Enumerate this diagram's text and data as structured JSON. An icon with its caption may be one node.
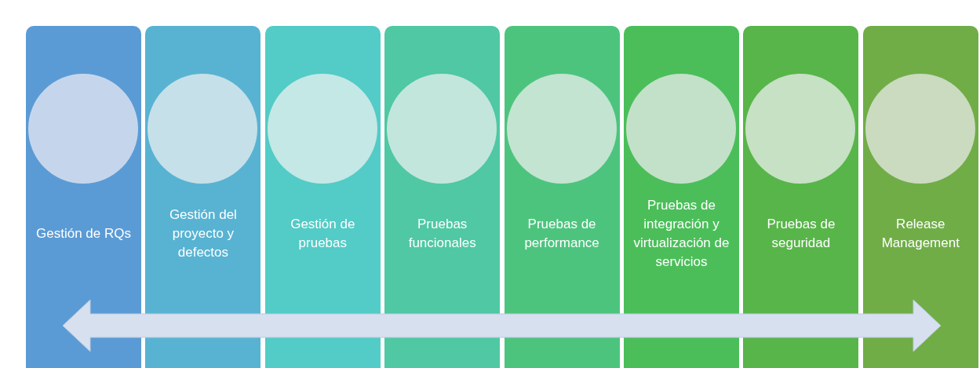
{
  "diagram": {
    "nodes": [
      {
        "text": [
          "Gestión de RQs"
        ]
      },
      {
        "text": [],
        "shape": "circle",
        "in": 0
      },
      {
        "text": [
          "Gestión del proyecto y defectos"
        ]
      },
      {
        "text": [],
        "shape": "circle",
        "in": 2
      },
      {
        "text": [
          "Gestión de pruebas"
        ]
      },
      {
        "text": [],
        "shape": "circle",
        "in": 4
      },
      {
        "text": [
          "Pruebas funcionales"
        ]
      },
      {
        "text": [],
        "shape": "circle",
        "in": 6
      },
      {
        "text": [
          "Pruebas de performance"
        ]
      },
      {
        "text": [],
        "shape": "circle",
        "in": 8
      },
      {
        "text": [
          "Pruebas de integración y virtualización de servicios"
        ]
      },
      {
        "text": [],
        "shape": "circle",
        "in": 10
      },
      {
        "text": [
          "Pruebas de seguridad"
        ]
      },
      {
        "text": [],
        "shape": "circle",
        "in": 12
      },
      {
        "text": [
          "Release Management"
        ]
      },
      {
        "text": [],
        "shape": "circle",
        "in": 14
      }
    ],
    "edges": []
  }
}
